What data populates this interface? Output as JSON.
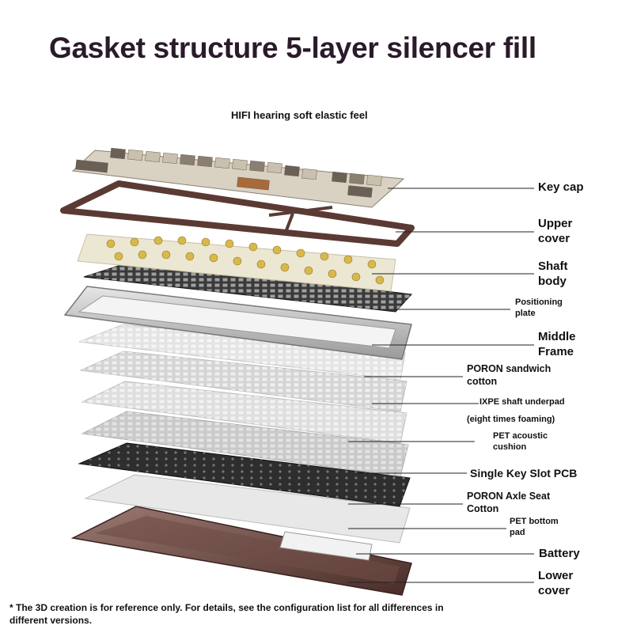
{
  "title": "Gasket structure 5-layer silencer fill",
  "subtitle": "HIFI hearing soft elastic feel",
  "layers": [
    {
      "name": "key-cap",
      "lines": [
        "Key cap"
      ]
    },
    {
      "name": "upper-cover",
      "lines": [
        "Upper",
        "cover"
      ]
    },
    {
      "name": "shaft-body",
      "lines": [
        "Shaft",
        "body"
      ]
    },
    {
      "name": "positioning-plate",
      "lines": [
        "Positioning",
        "plate"
      ]
    },
    {
      "name": "middle-frame",
      "lines": [
        "Middle",
        "Frame"
      ]
    },
    {
      "name": "poron-sandwich-cotton",
      "lines": [
        "PORON sandwich",
        "cotton"
      ]
    },
    {
      "name": "ixpe-shaft-underpad",
      "lines": [
        "IXPE shaft underpad"
      ],
      "note": "(eight times foaming)"
    },
    {
      "name": "pet-acoustic-cushion",
      "lines": [
        "PET acoustic",
        "cushion"
      ]
    },
    {
      "name": "single-key-slot-pcb",
      "lines": [
        "Single Key Slot PCB"
      ]
    },
    {
      "name": "poron-axle-seat-cotton",
      "lines": [
        "PORON Axle Seat",
        "Cotton"
      ]
    },
    {
      "name": "pet-bottom-pad",
      "lines": [
        "PET bottom",
        "pad"
      ]
    },
    {
      "name": "battery",
      "lines": [
        "Battery"
      ]
    },
    {
      "name": "lower-cover",
      "lines": [
        "Lower",
        "cover"
      ]
    }
  ],
  "footnote": "* The 3D creation is for reference only. For details, see the configuration list for all differences in different versions."
}
